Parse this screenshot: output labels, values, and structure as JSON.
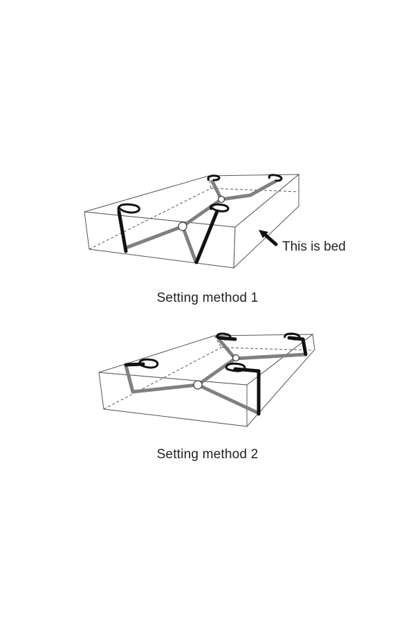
{
  "annotation": {
    "label": "This is bed"
  },
  "diagrams": [
    {
      "caption": "Setting method 1"
    },
    {
      "caption": "Setting method 2"
    }
  ],
  "colors": {
    "outline": "#555555",
    "gray_strap": "#808080",
    "black_strap": "#111111",
    "text": "#222222"
  }
}
